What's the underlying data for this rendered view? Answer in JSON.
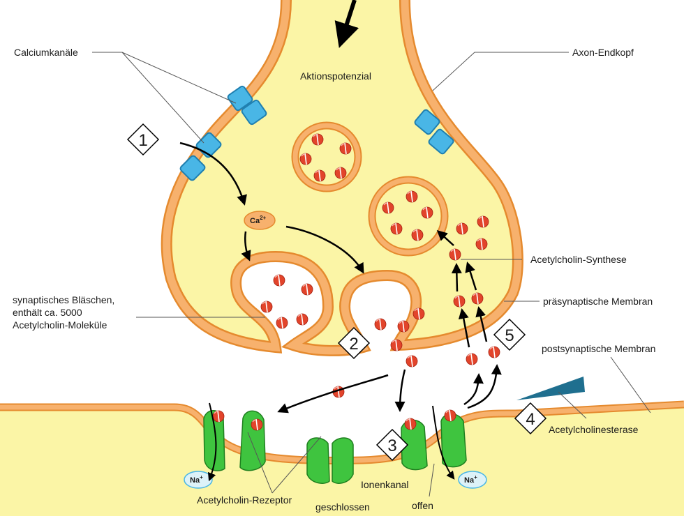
{
  "labels": {
    "calcium_channels": "Calciumkanäle",
    "action_potential": "Aktionspotenzial",
    "axon_terminal": "Axon-Endkopf",
    "ach_synthesis": "Acetylcholin-Synthese",
    "presynaptic_membrane": "präsynaptische Membran",
    "postsynaptic_membrane": "postsynaptische Membran",
    "vesicle_line1": "synaptisches Bläschen,",
    "vesicle_line2": "enthält ca. 5000",
    "vesicle_line3": "Acetylcholin-Moleküle",
    "acetylcholinesterase": "Acetylcholinesterase",
    "ach_receptor": "Acetylcholin-Rezeptor",
    "ion_channel": "Ionenkanal",
    "closed": "geschlossen",
    "open": "offen"
  },
  "ions": {
    "ca_base": "Ca",
    "ca_charge": "2+",
    "na_base": "Na",
    "na_charge": "+"
  },
  "steps": [
    "1",
    "2",
    "3",
    "4",
    "5"
  ],
  "colors": {
    "cytoplasm": "#fbf5a6",
    "membrane": "#f7b16d",
    "membrane_edge": "#e58a2e",
    "channel_blue": "#49b6e6",
    "channel_blue_edge": "#1f7fb0",
    "receptor_green": "#3fc43f",
    "receptor_green_edge": "#1f7f1f",
    "acetylcholine": "#e2442b",
    "enzyme": "#1f6f8f",
    "na_bubble": "#ddf2f8"
  }
}
